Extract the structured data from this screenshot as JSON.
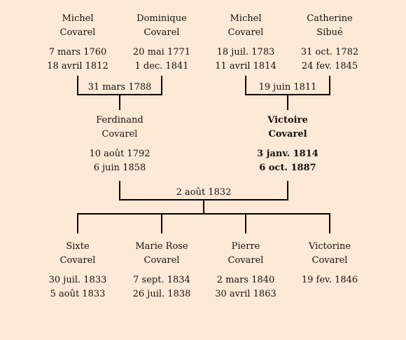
{
  "grandparents": [
    {
      "first": "Michel",
      "last": "Covarel",
      "birth": "7 mars 1760",
      "death": "18 avril 1812"
    },
    {
      "first": "Dominique",
      "last": "Covarel",
      "birth": "20 mai 1771",
      "death": "1 dec. 1841"
    },
    {
      "first": "Michel",
      "last": "Covarel",
      "birth": "18 juil. 1783",
      "death": "11 avril 1814"
    },
    {
      "first": "Catherine",
      "last": "Sibué",
      "birth": "31 oct. 1782",
      "death": "24 fev. 1845"
    }
  ],
  "grandparent_marriages": [
    "31 mars 1788",
    "19 juin 1811"
  ],
  "parents": [
    {
      "first": "Ferdinand",
      "last": "Covarel",
      "birth": "10 août 1792",
      "death": "6 juin 1858"
    },
    {
      "first": "Victoire",
      "last": "Covarel",
      "birth": "3 janv. 1814",
      "death": "6 oct. 1887"
    }
  ],
  "parent_marriage": "2 août 1832",
  "children": [
    {
      "first": "Sixte",
      "last": "Covarel",
      "birth": "30 juil. 1833",
      "death": "5 août 1833"
    },
    {
      "first": "Marie Rose",
      "last": "Covarel",
      "birth": "7 sept. 1834",
      "death": "26 juil. 1838"
    },
    {
      "first": "Pierre",
      "last": "Covarel",
      "birth": "2 mars 1840",
      "death": "30 avril 1863"
    },
    {
      "first": "Victorine",
      "last": "Covarel",
      "birth": "19 fev. 1846",
      "death": ""
    }
  ]
}
